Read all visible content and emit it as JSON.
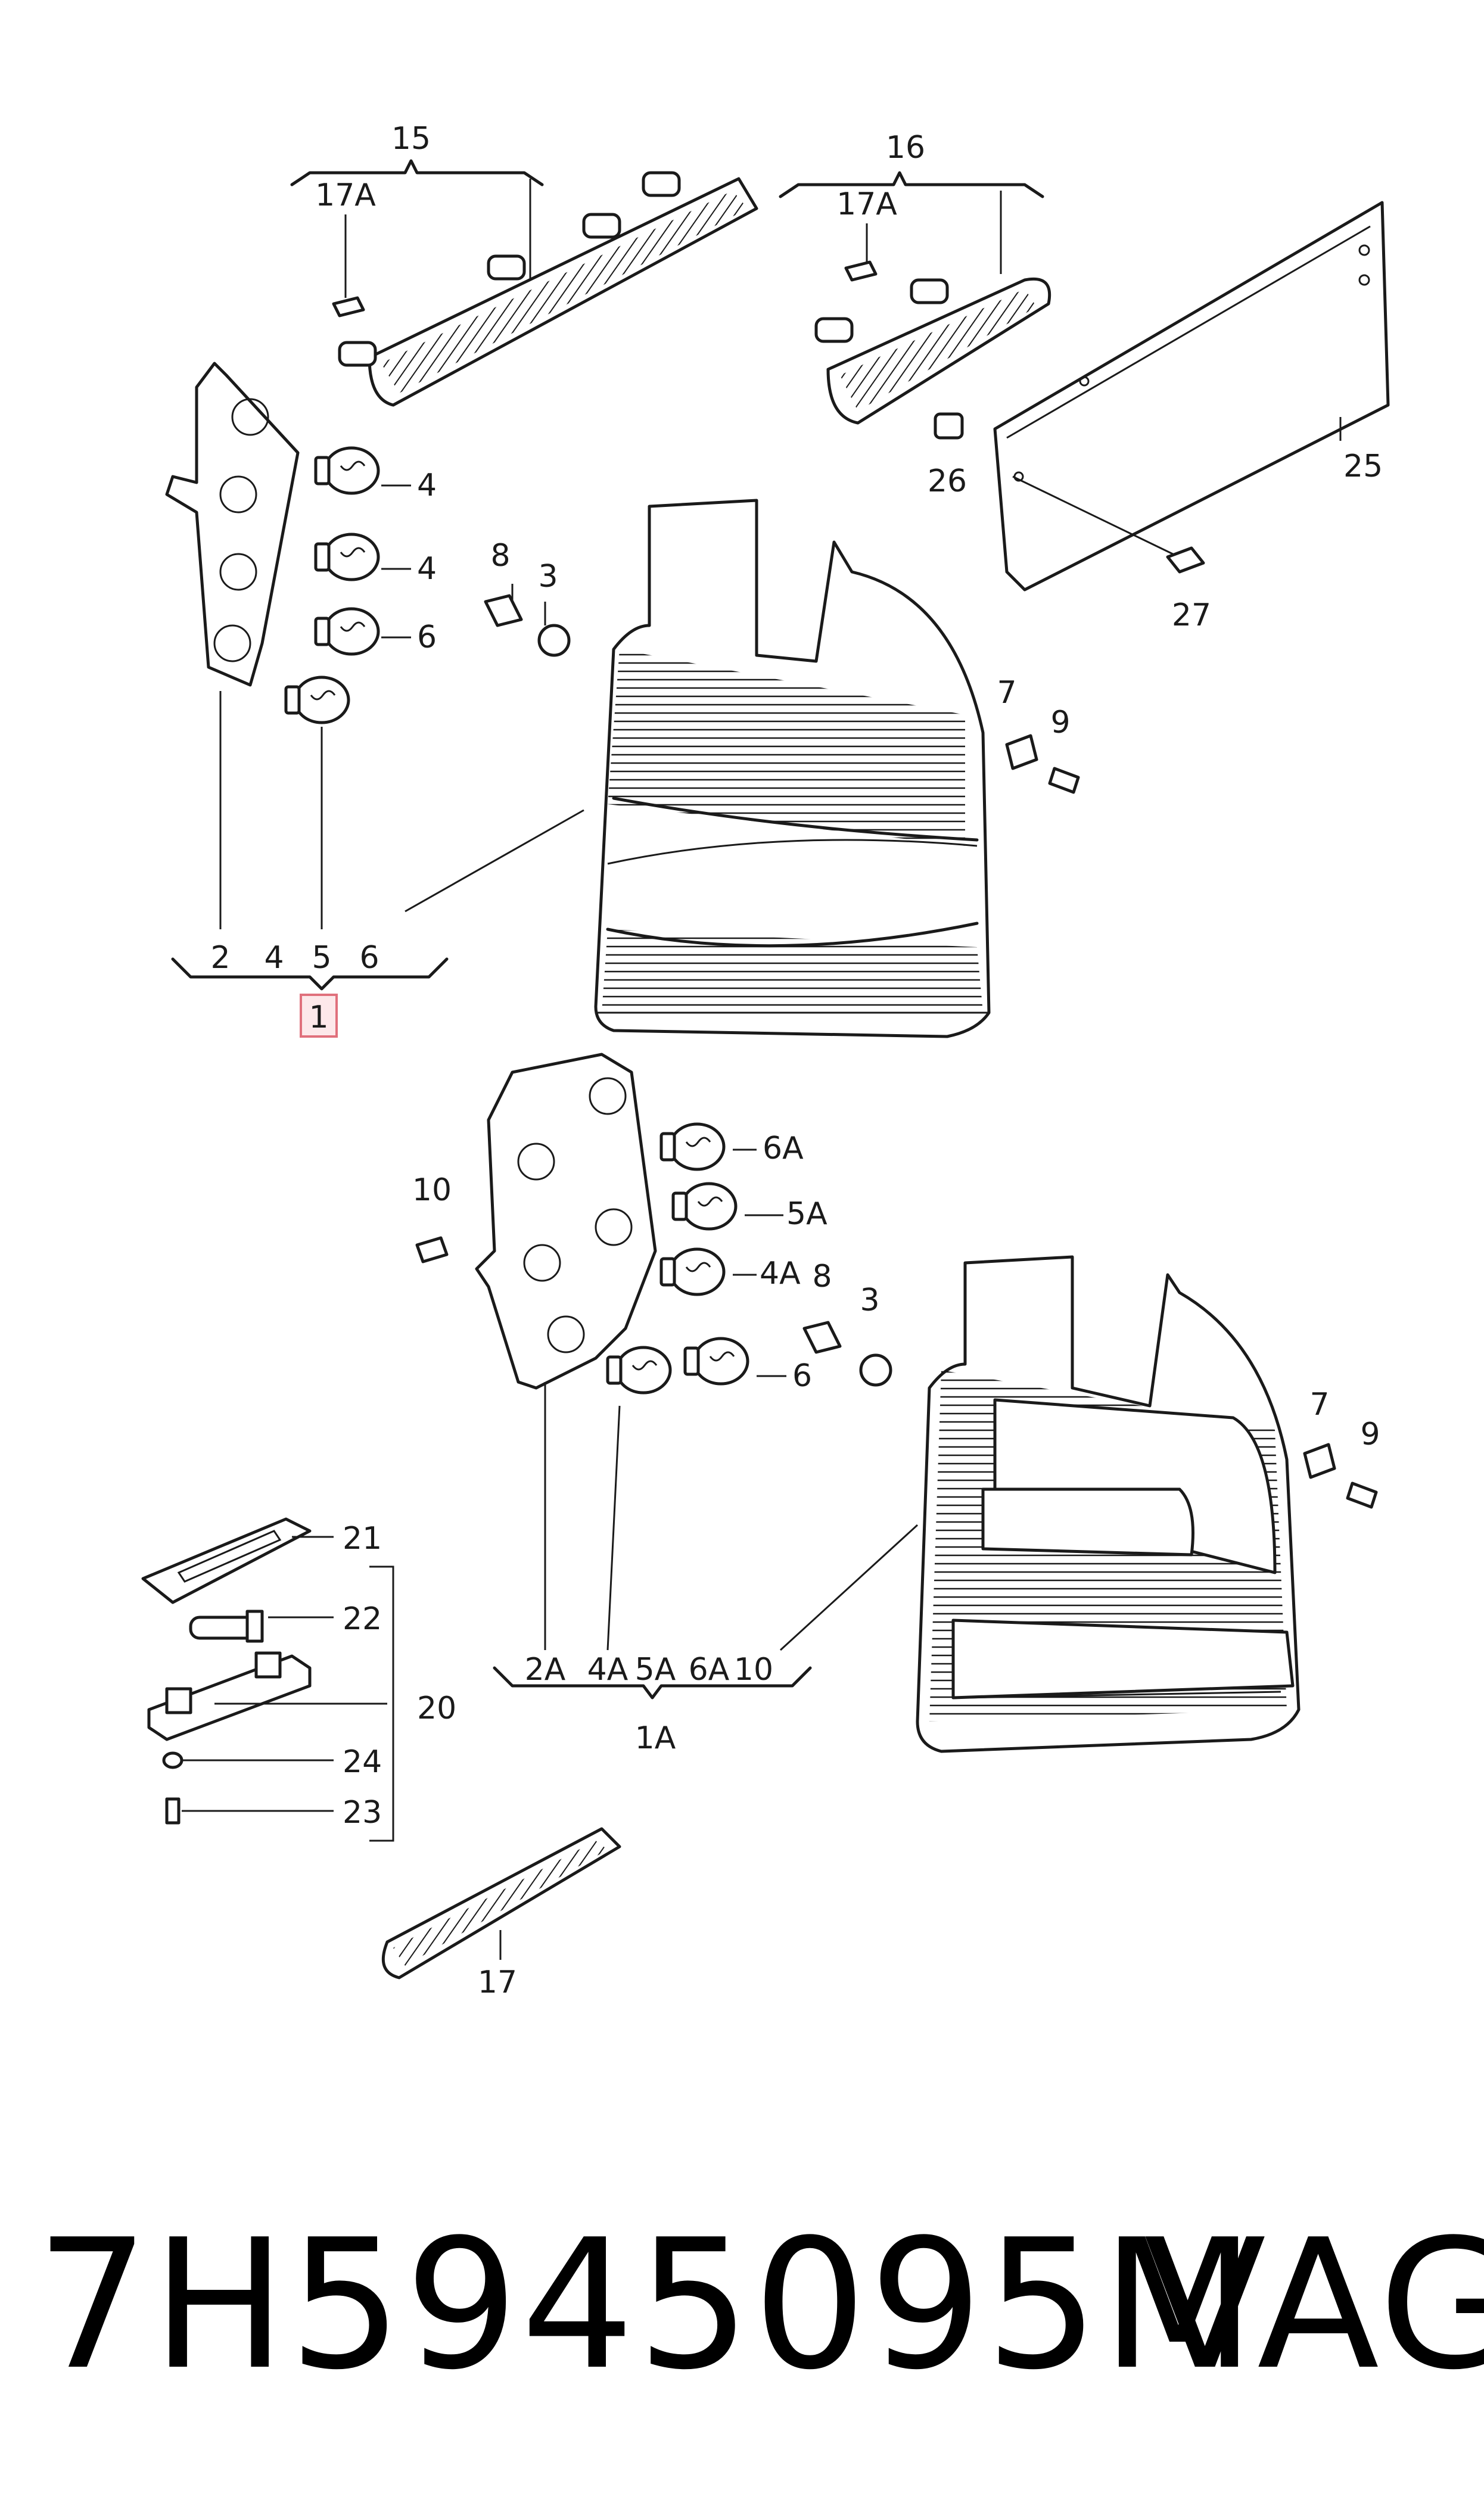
{
  "callouts": {
    "c15": "15",
    "c16": "16",
    "c17a_left": "17A",
    "c17a_right": "17A",
    "c25": "25",
    "c26": "26",
    "c27": "27",
    "c4_top": "4",
    "c4_mid": "4",
    "c6_top": "6",
    "c8_top": "8",
    "c3_top": "3",
    "c7_top": "7",
    "c9_top": "9",
    "g1_2": "2",
    "g1_4": "4",
    "g1_5": "5",
    "g1_6": "6",
    "g1_1": "1",
    "c10": "10",
    "c6a": "6A",
    "c5a": "5A",
    "c4a": "4A",
    "c6_bot": "6",
    "c8_bot": "8",
    "c3_bot": "3",
    "c7_bot": "7",
    "c9_bot": "9",
    "g2_2a": "2A",
    "g2_4a": "4A",
    "g2_5a": "5A",
    "g2_6a": "6A",
    "g2_10": "10",
    "g2_1a": "1A",
    "c21": "21",
    "c22": "22",
    "c20": "20",
    "c24": "24",
    "c23": "23",
    "c17": "17"
  },
  "footer": {
    "part_number": "7H5945095M",
    "brand": "VAG"
  },
  "colors": {
    "line": "#1a1a1a",
    "highlight_fill": "#fde8ea",
    "highlight_stroke": "#e0707c"
  }
}
